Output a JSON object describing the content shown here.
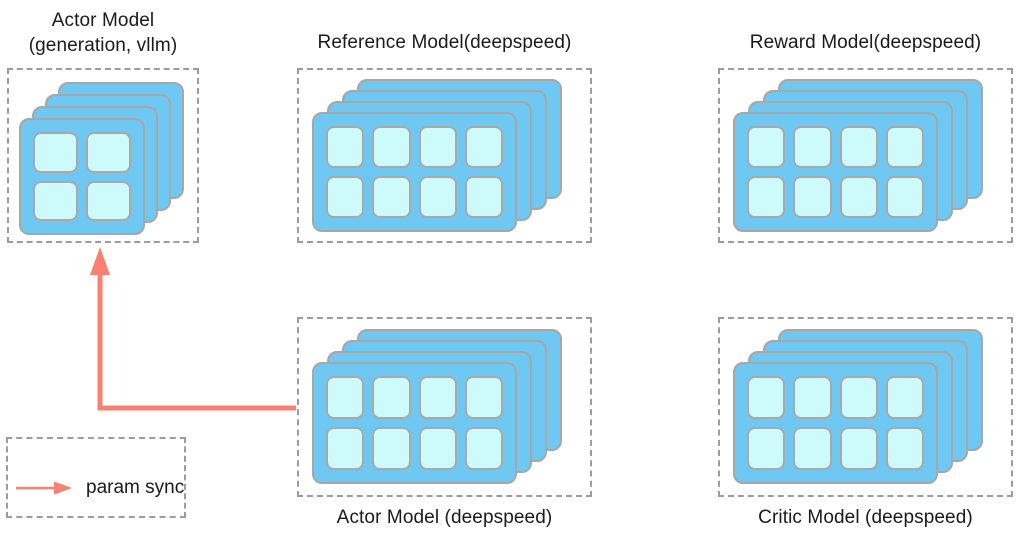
{
  "diagram": {
    "title_text_color": "#1a1a1a",
    "background": "#ffffff",
    "colors": {
      "card_fill": "#6ec8f2",
      "card_border": "#a7a7a7",
      "cell_fill": "#cdfbfb",
      "cell_border": "#a9a9a9",
      "frame_dashed": "#9c9c9c",
      "arrow": "#fa8072"
    },
    "groups": [
      {
        "id": "actor-vllm",
        "label": "Actor Model\n(generation, vllm)",
        "label_line1": "Actor Model",
        "label_line2": "(generation, vllm)",
        "label_position": "above",
        "layers": 4,
        "grid": "2x2",
        "cells": 4
      },
      {
        "id": "reference-model",
        "label": "Reference Model(deepspeed)",
        "label_position": "above",
        "layers": 4,
        "grid": "4x2",
        "cells": 8
      },
      {
        "id": "reward-model",
        "label": "Reward Model(deepspeed)",
        "label_position": "above",
        "layers": 4,
        "grid": "4x2",
        "cells": 8
      },
      {
        "id": "actor-deepspeed",
        "label": "Actor Model (deepspeed)",
        "label_position": "below",
        "layers": 4,
        "grid": "4x2",
        "cells": 8
      },
      {
        "id": "critic-model",
        "label": "Critic Model (deepspeed)",
        "label_position": "below",
        "layers": 4,
        "grid": "4x2",
        "cells": 8
      }
    ],
    "connections": [
      {
        "id": "param-sync-edge",
        "from": "actor-deepspeed",
        "to": "actor-vllm",
        "style": "elbow-arrow",
        "color": "#fa8072"
      }
    ],
    "legend": {
      "items": [
        {
          "icon": "arrow-right-icon",
          "label": "param sync",
          "color": "#fa8072"
        }
      ]
    }
  }
}
